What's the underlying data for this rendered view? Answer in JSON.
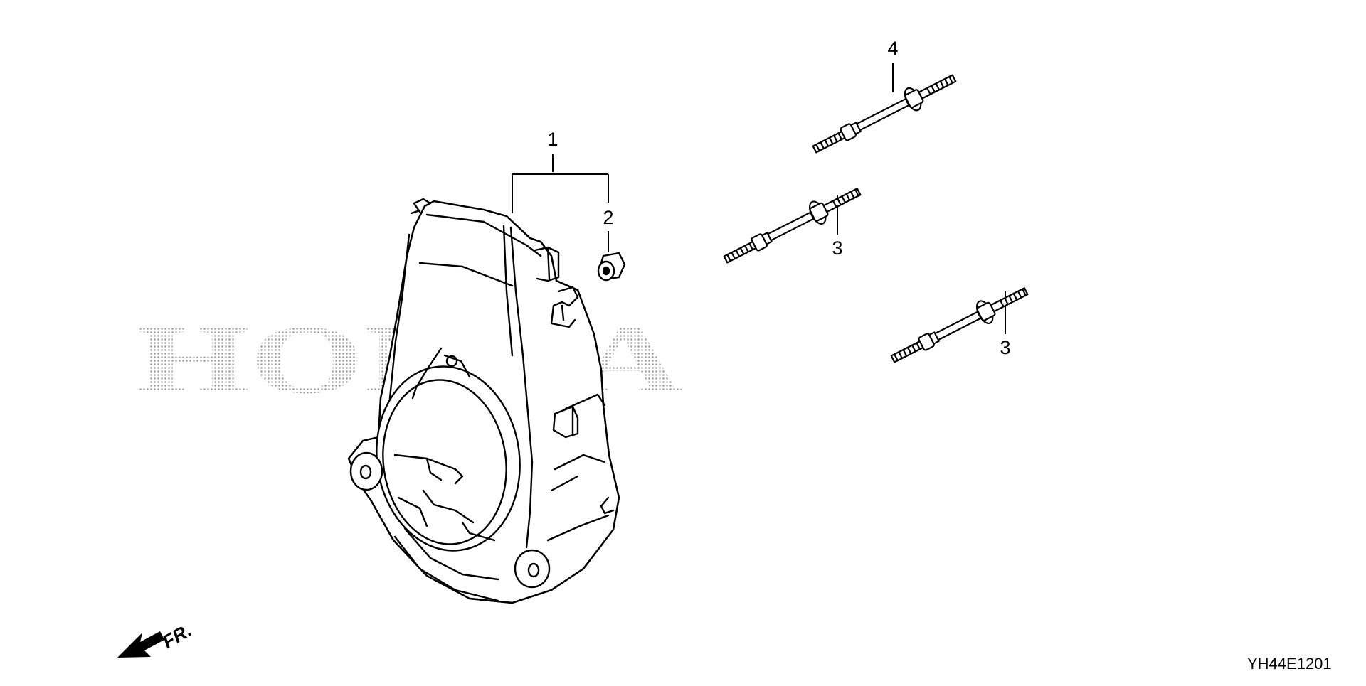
{
  "watermark": {
    "text": "HONDA"
  },
  "direction": {
    "label": "FR."
  },
  "figure_code": "YH44E1201",
  "callouts": [
    {
      "id": "1"
    },
    {
      "id": "2"
    },
    {
      "id": "3"
    },
    {
      "id": "3"
    },
    {
      "id": "4"
    }
  ],
  "parts": [
    {
      "name": "fan-cover",
      "callout": "1"
    },
    {
      "name": "grommet",
      "callout": "2"
    },
    {
      "name": "stud-bolt",
      "callout": "3"
    },
    {
      "name": "stud-bolt",
      "callout": "3"
    },
    {
      "name": "stud-bolt",
      "callout": "4"
    }
  ]
}
